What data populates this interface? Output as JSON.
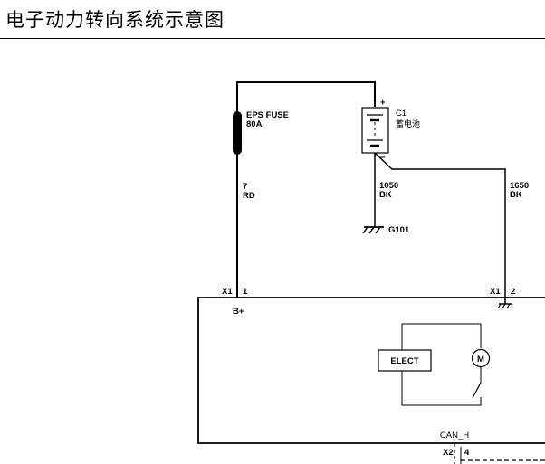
{
  "title": "电子动力转向系统示意图",
  "fuse": {
    "line1": "EPS FUSE",
    "line2": "80A"
  },
  "battery": {
    "id": "C1",
    "name": "蓄电池",
    "plus": "+",
    "minus": "−"
  },
  "wires": {
    "left": {
      "gauge": "7",
      "color": "RD"
    },
    "ground": {
      "gauge": "1050",
      "color": "BK"
    },
    "right": {
      "gauge": "1650",
      "color": "BK"
    }
  },
  "ground_point": "G101",
  "connectors": {
    "x1_left": {
      "conn": "X1",
      "pin": "1"
    },
    "x1_right": {
      "conn": "X1",
      "pin": "2"
    },
    "x2": {
      "conn": "X2",
      "pin": "4"
    }
  },
  "bplus": "B+",
  "elect": "ELECT",
  "motor": "M",
  "can_label": "CAN_H"
}
